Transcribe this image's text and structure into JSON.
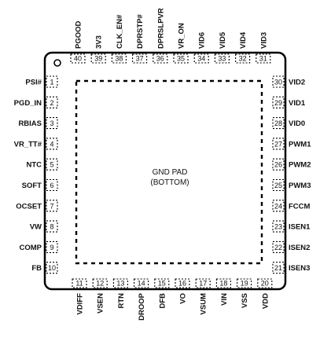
{
  "colors": {
    "package": "#000000",
    "background": "#ffffff",
    "text": "#111111"
  },
  "center_pad": {
    "line1": "GND PAD",
    "line2": "(BOTTOM)"
  },
  "pin1_marker": "circle-dot",
  "pins": {
    "left": [
      {
        "num": "1",
        "label": "PSI#"
      },
      {
        "num": "2",
        "label": "PGD_IN"
      },
      {
        "num": "3",
        "label": "RBIAS"
      },
      {
        "num": "4",
        "label": "VR_TT#"
      },
      {
        "num": "5",
        "label": "NTC"
      },
      {
        "num": "6",
        "label": "SOFT"
      },
      {
        "num": "7",
        "label": "OCSET"
      },
      {
        "num": "8",
        "label": "VW"
      },
      {
        "num": "9",
        "label": "COMP"
      },
      {
        "num": "10",
        "label": "FB"
      }
    ],
    "bottom": [
      {
        "num": "11",
        "label": "VDIFF"
      },
      {
        "num": "12",
        "label": "VSEN"
      },
      {
        "num": "13",
        "label": "RTN"
      },
      {
        "num": "14",
        "label": "DROOP"
      },
      {
        "num": "15",
        "label": "DFB"
      },
      {
        "num": "16",
        "label": "VO"
      },
      {
        "num": "17",
        "label": "VSUM"
      },
      {
        "num": "18",
        "label": "VIN"
      },
      {
        "num": "19",
        "label": "VSS"
      },
      {
        "num": "20",
        "label": "VDD"
      }
    ],
    "right": [
      {
        "num": "30",
        "label": "VID2"
      },
      {
        "num": "29",
        "label": "VID1"
      },
      {
        "num": "28",
        "label": "VID0"
      },
      {
        "num": "27",
        "label": "PWM1"
      },
      {
        "num": "26",
        "label": "PWM2"
      },
      {
        "num": "25",
        "label": "PWM3"
      },
      {
        "num": "24",
        "label": "FCCM"
      },
      {
        "num": "23",
        "label": "ISEN1"
      },
      {
        "num": "22",
        "label": "ISEN2"
      },
      {
        "num": "21",
        "label": "ISEN3"
      }
    ],
    "top": [
      {
        "num": "40",
        "label": "PGOOD"
      },
      {
        "num": "39",
        "label": "3V3"
      },
      {
        "num": "38",
        "label": "CLK_EN#"
      },
      {
        "num": "37",
        "label": "DPRSTP#"
      },
      {
        "num": "36",
        "label": "DPRSLPVR"
      },
      {
        "num": "35",
        "label": "VR_ON"
      },
      {
        "num": "34",
        "label": "VID6"
      },
      {
        "num": "33",
        "label": "VID5"
      },
      {
        "num": "32",
        "label": "VID4"
      },
      {
        "num": "31",
        "label": "VID3"
      }
    ]
  }
}
